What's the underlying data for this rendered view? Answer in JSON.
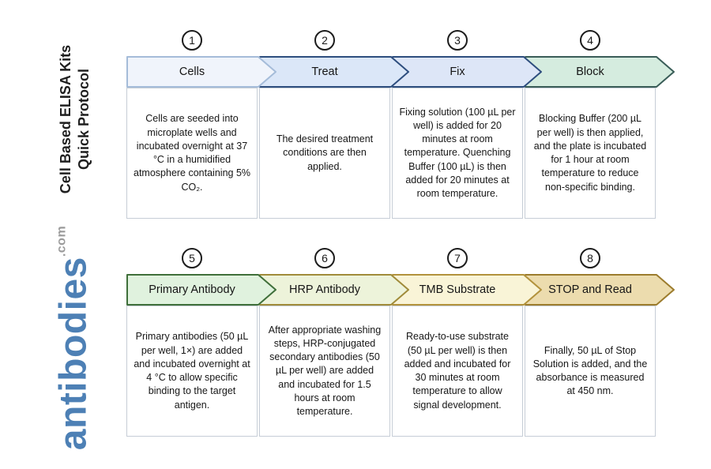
{
  "sidebar": {
    "title_line1": "Cell Based ELISA Kits",
    "title_line2": "Quick Protocol",
    "logo_word": "antibodies",
    "logo_tld": ".com",
    "logo_word_color": "#4d80b5",
    "logo_tld_color": "#9b9b9b"
  },
  "styles": {
    "box_border_color": "#c6cdd6",
    "circle_border_color": "#1c1c1c"
  },
  "steps": [
    {
      "number": "1",
      "label": "Cells",
      "fill": "#f0f4fb",
      "stroke": "#a5bcd9",
      "description": "Cells are seeded into microplate wells and incubated overnight at 37 °C in a humidified atmosphere containing 5% CO₂."
    },
    {
      "number": "2",
      "label": "Treat",
      "fill": "#dbe7f8",
      "stroke": "#2e4e7e",
      "description": "The desired treatment conditions are then applied."
    },
    {
      "number": "3",
      "label": "Fix",
      "fill": "#dde6f7",
      "stroke": "#2e4e7e",
      "description": "Fixing solution (100 µL per well) is added for 20 minutes at room temperature. Quenching Buffer (100 µL) is then added for 20 minutes at room temperature."
    },
    {
      "number": "4",
      "label": "Block",
      "fill": "#d5ecdf",
      "stroke": "#3a5d58",
      "description": "Blocking Buffer (200 µL per well) is then applied, and the plate is incubated for 1 hour at room temperature to reduce non-specific binding."
    },
    {
      "number": "5",
      "label": "Primary Antibody",
      "fill": "#e0f2de",
      "stroke": "#3f6f3a",
      "description": "Primary antibodies (50 µL per well, 1×) are added and incubated overnight at 4 °C to allow specific binding to the target antigen."
    },
    {
      "number": "6",
      "label": "HRP Antibody",
      "fill": "#edf3da",
      "stroke": "#a08b3a",
      "description": "After appropriate washing steps, HRP-conjugated secondary antibodies (50 µL per well) are added and incubated for 1.5 hours at room temperature."
    },
    {
      "number": "7",
      "label": "TMB Substrate",
      "fill": "#f9f4d7",
      "stroke": "#b2923c",
      "description": "Ready-to-use substrate (50 µL per well) is then added and incubated for 30 minutes at room temperature to allow signal development."
    },
    {
      "number": "8",
      "label": "STOP and Read",
      "fill": "#ecdcae",
      "stroke": "#9c7c2d",
      "description": "Finally, 50 µL of Stop Solution is added, and the absorbance is measured at 450 nm."
    }
  ]
}
